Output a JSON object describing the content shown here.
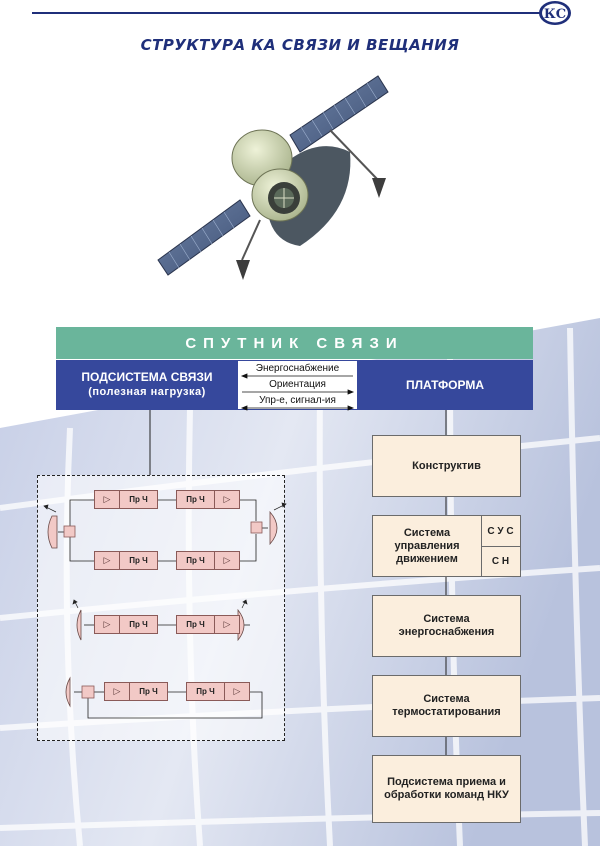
{
  "header": {
    "logo_text": "КС",
    "title": "СТРУКТУРА КА СВЯЗИ И ВЕЩАНИЯ"
  },
  "diagram": {
    "top_bar": "СПУТНИК СВЯЗИ",
    "comm_subsystem": {
      "title": "ПОДСИСТЕМА СВЯЗИ",
      "subtitle": "(полезная нагрузка)"
    },
    "platform": "ПЛАТФОРМА",
    "links": [
      "Энергоснабжение",
      "Ориентация",
      "Упр-е, сигнал-ия"
    ],
    "platform_blocks": {
      "construct": "Конструктив",
      "motion_control": "Система управления движением",
      "sus": "С У С",
      "sn": "С Н",
      "power": "Система энергоснабжения",
      "thermal": "Система термостатирования",
      "commands": "Подсистема приема и обработки команд НКУ"
    },
    "transponder": {
      "block_label": "Пр Ч",
      "amp_symbol": "▷"
    }
  },
  "colors": {
    "title_blue": "#1f2f7a",
    "box_blue": "#36489c",
    "bar_green": "#6ab59b",
    "block_pink": "#f2c9c6",
    "block_cream": "#fbeedd"
  }
}
